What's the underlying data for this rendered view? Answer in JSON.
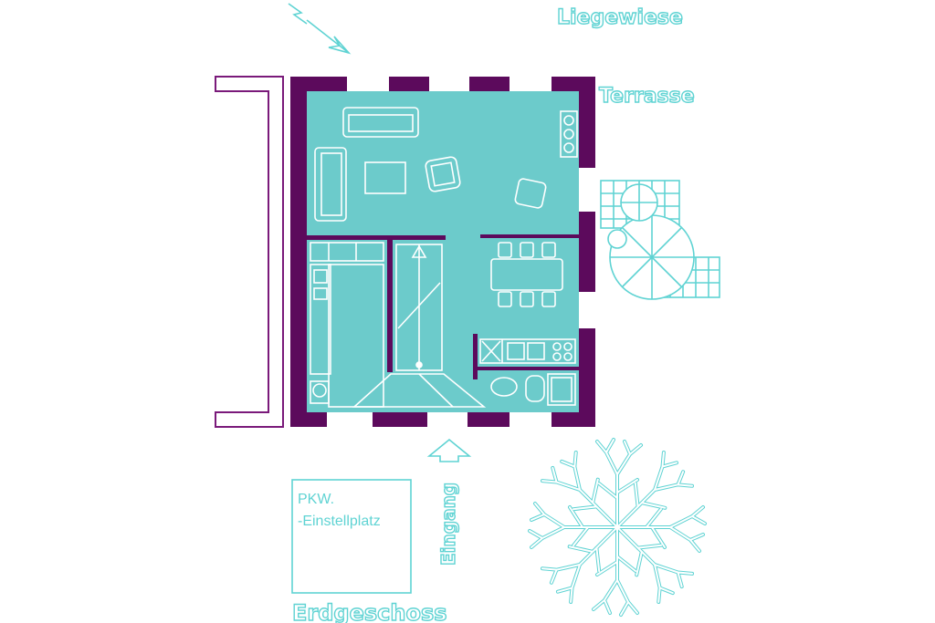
{
  "labels": {
    "lawn": "Liegewiese",
    "terrace": "Terrasse",
    "entrance": "Eingang",
    "floor": "Erdgeschoss",
    "parking_line1": "PKW.",
    "parking_line2": "-Einstellplatz"
  },
  "colors": {
    "floor_fill": "#6ccbcb",
    "wall": "#5c0a5c",
    "line": "#5fd3d3",
    "furniture": "#ffffff",
    "carport_outline": "#7a1a7a"
  },
  "icons": {
    "north_arrow": "north-arrow-icon",
    "tree": "tree-icon",
    "parasol": "parasol-icon"
  }
}
